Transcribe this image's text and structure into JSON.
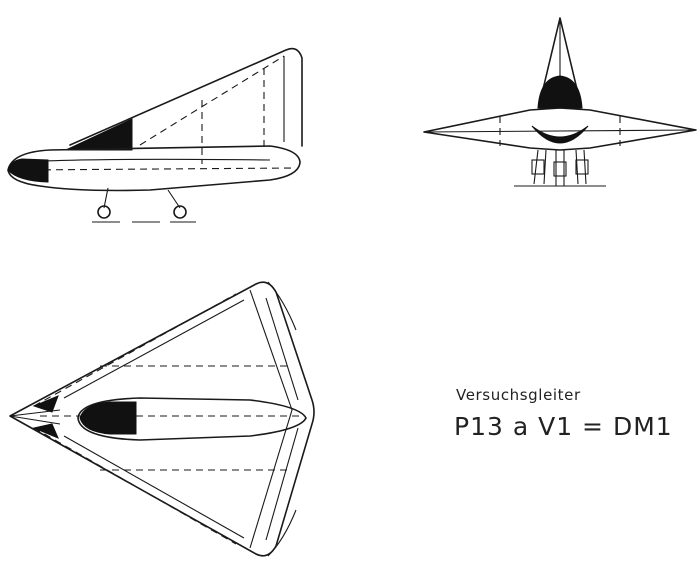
{
  "caption": {
    "subtitle": "Versuchsgleiter",
    "designation": "P13 a V1 = DM1"
  },
  "views": [
    {
      "id": "side-view"
    },
    {
      "id": "front-view"
    },
    {
      "id": "top-view"
    }
  ],
  "colors": {
    "ink": "#1a1a1a",
    "paper": "#ffffff"
  }
}
